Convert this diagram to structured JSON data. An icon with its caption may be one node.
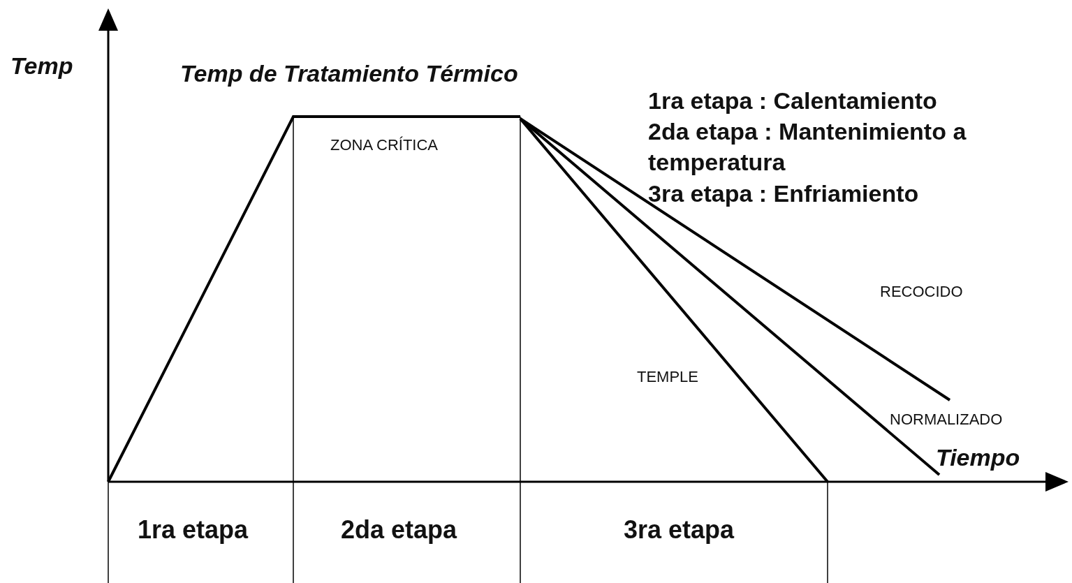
{
  "diagram": {
    "title": "Temp de Tratamiento Térmico",
    "labels": [
      "Temp",
      "1ra etapa : Calentamiento",
      "2da etapa : Mantenimiento a temperatura",
      "3ra etapa : Enfriamiento",
      "ZONA CRÍTICA",
      "RECOCIDO",
      "TEMPLE",
      "NORMALIZADO",
      "Tiempo",
      "1ra etapa",
      "2da etapa",
      "3ra etapa"
    ]
  }
}
